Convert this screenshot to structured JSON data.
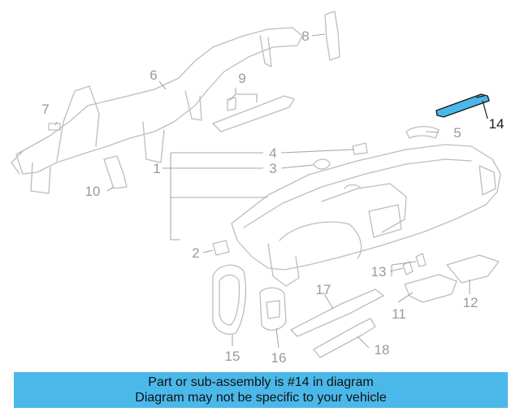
{
  "diagram": {
    "callouts": [
      {
        "id": "1",
        "label": "1"
      },
      {
        "id": "2",
        "label": "2"
      },
      {
        "id": "3",
        "label": "3"
      },
      {
        "id": "4",
        "label": "4"
      },
      {
        "id": "5",
        "label": "5"
      },
      {
        "id": "6",
        "label": "6"
      },
      {
        "id": "7",
        "label": "7"
      },
      {
        "id": "8",
        "label": "8"
      },
      {
        "id": "9",
        "label": "9"
      },
      {
        "id": "10",
        "label": "10"
      },
      {
        "id": "11",
        "label": "11"
      },
      {
        "id": "12",
        "label": "12"
      },
      {
        "id": "13",
        "label": "13"
      },
      {
        "id": "14",
        "label": "14"
      },
      {
        "id": "15",
        "label": "15"
      },
      {
        "id": "16",
        "label": "16"
      },
      {
        "id": "17",
        "label": "17"
      },
      {
        "id": "18",
        "label": "18"
      }
    ],
    "highlighted_part": "14",
    "highlight_color": "#4bb8ea"
  },
  "banner": {
    "line1": "Part or sub-assembly is #14 in diagram",
    "line2": "Diagram may not be specific to your vehicle",
    "background_color": "#4bb8ea"
  }
}
